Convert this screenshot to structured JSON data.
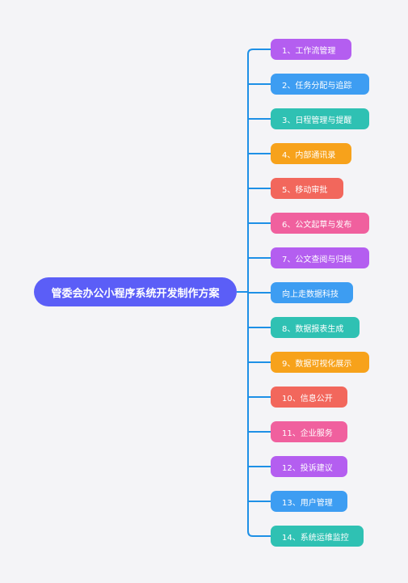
{
  "root": {
    "label": "管委会办公小程序系统开发制作方案",
    "color": "#5b5ef7"
  },
  "line_color": "#1e90e6",
  "branches": [
    {
      "label": "1、工作流管理",
      "color": "#b45ef0"
    },
    {
      "label": "2、任务分配与追踪",
      "color": "#3d9df2"
    },
    {
      "label": "3、日程管理与提醒",
      "color": "#2fc1b3"
    },
    {
      "label": "4、内部通讯录",
      "color": "#f7a21b"
    },
    {
      "label": "5、移动审批",
      "color": "#f2675c"
    },
    {
      "label": "6、公文起草与发布",
      "color": "#f0609e"
    },
    {
      "label": "7、公文查阅与归档",
      "color": "#b45ef0"
    },
    {
      "label": "向上走数据科技",
      "color": "#3d9df2"
    },
    {
      "label": "8、数据报表生成",
      "color": "#2fc1b3"
    },
    {
      "label": "9、数据可视化展示",
      "color": "#f7a21b"
    },
    {
      "label": "10、信息公开",
      "color": "#f2675c"
    },
    {
      "label": "11、企业服务",
      "color": "#f0609e"
    },
    {
      "label": "12、投诉建议",
      "color": "#b45ef0"
    },
    {
      "label": "13、用户管理",
      "color": "#3d9df2"
    },
    {
      "label": "14、系统运维监控",
      "color": "#2fc1b3"
    }
  ]
}
